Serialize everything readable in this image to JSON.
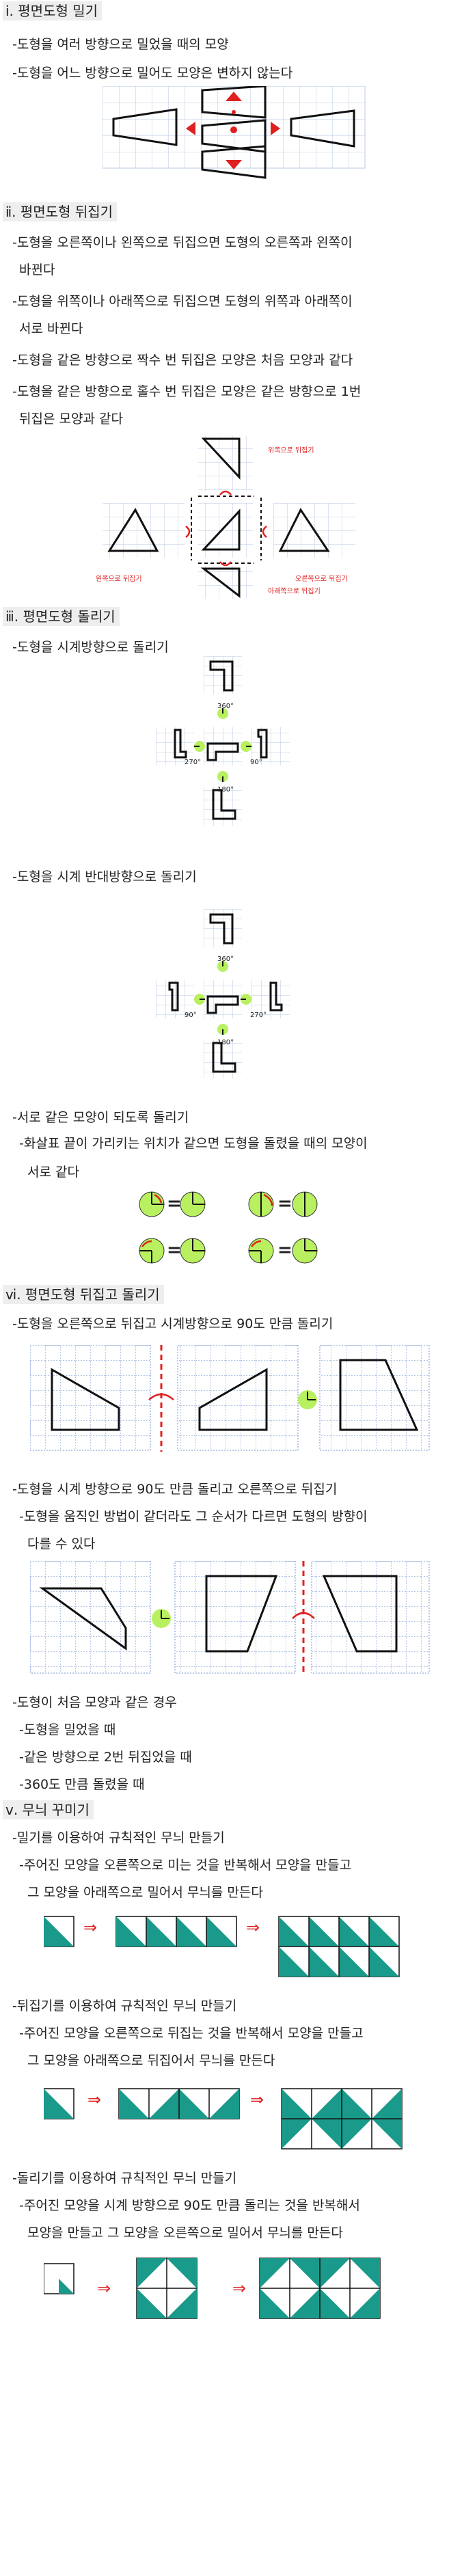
{
  "s1": {
    "title": "ⅰ. 평면도형 밀기",
    "line1": "-도형을 여러 방향으로 밀었을 때의 모양",
    "line2": "-도형을 어느 방향으로 밀어도 모양은 변하지 않는다"
  },
  "s2": {
    "title": "ⅱ. 평면도형 뒤집기",
    "b1a": "-도형을 오른쪽이나 왼쪽으로 뒤집으면 도형의 오른쪽과 왼쪽이",
    "b1b": "바뀐다",
    "b2a": "-도형을 위쪽이나 아래쪽으로 뒤집으면 도형의 위쪽과 아래쪽이",
    "b2b": "서로 바뀐다",
    "b3": "-도형을 같은 방향으로 짝수 번 뒤집은 모양은 처음 모양과 같다",
    "b4a": "-도형을 같은 방향으로 홀수 번 뒤집은 모양은 같은 방향으로 1번",
    "b4b": "뒤집은 모양과 같다",
    "lbl_up": "위쪽으로 뒤집기",
    "lbl_left": "왼쪽으로 뒤집기",
    "lbl_right": "오른쪽으로 뒤집기",
    "lbl_down": "아래쪽으로 뒤집기"
  },
  "s3": {
    "title": "ⅲ. 평면도형 돌리기",
    "cw": "-도형을 시계방향으로 돌리기",
    "ccw": "-도형을 시계 반대방향으로 돌리기",
    "same": "-서로 같은 모양이 되도록 돌리기",
    "arrow_a": "-화살표 끝이 가리키는 위치가 같으면 도형을 돌렸을 때의 모양이",
    "arrow_b": "서로 같다",
    "cw_angles": {
      "top": "360°",
      "left": "270°",
      "right": "90°",
      "bottom": "180°"
    },
    "ccw_angles": {
      "top": "360°",
      "left": "90°",
      "right": "270°",
      "bottom": "180°"
    },
    "equals": "="
  },
  "s4": {
    "title": "ⅵ. 평면도형 뒤집고 돌리기",
    "flip_rot": "-도형을 오른쪽으로 뒤집고 시계방향으로 90도 만큼 돌리기",
    "rot_flip": "-도형을 시계 방향으로 90도 만큼 돌리고 오른쪽으로 뒤집기",
    "order_a": "-도형을 움직인 방법이 같더라도 그 순서가 다르면 도형의 방향이",
    "order_b": "다를 수 있다",
    "same_title": "-도형이 처음 모양과 같은 경우",
    "c1": "-도형을 밀었을 때",
    "c2": "-같은 방향으로 2번 뒤집었을 때",
    "c3": "-360도 만큼 돌렸을 때"
  },
  "s5": {
    "title": "ⅴ. 무늬 꾸미기",
    "push_title": "-밀기를 이용하여 규칙적인 무늬 만들기",
    "push_a": "-주어진 모양을 오른쪽으로 미는 것을 반복해서 모양을 만들고",
    "push_b": "그 모양을 아래쪽으로 밀어서 무늬를 만든다",
    "flip_title": "-뒤집기를 이용하여 규칙적인 무늬 만들기",
    "flip_a": "-주어진 모양을 오른쪽으로 뒤집는 것을 반복해서 모양을 만들고",
    "flip_b": "그 모양을 아래쪽으로 뒤집어서 무늬를 만든다",
    "rot_title": "-돌리기를 이용하여 규칙적인 무늬 만들기",
    "rot_a": "-주어진 모양을 시계 방향으로 90도 만큼 돌리는 것을 반복해서",
    "rot_b": "모양을 만들고 그 모양을 오른쪽으로 밀어서 무늬를 만든다",
    "arrow": "⇒"
  },
  "colors": {
    "teal": "#1a9a8a",
    "red": "#e02020",
    "grid": "#b8c8e0",
    "green_circle": "#b8f060",
    "blue_dot": "#7090d0"
  }
}
